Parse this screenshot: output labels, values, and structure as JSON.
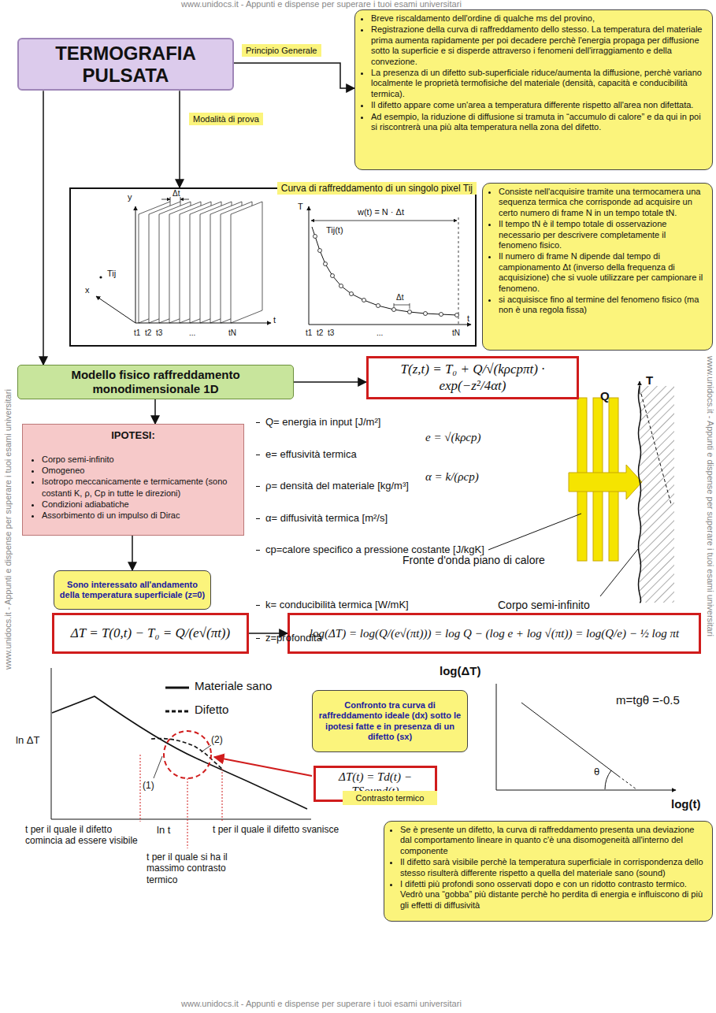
{
  "diagram": {
    "nodes": [
      {
        "text": [
          "TERMOGRAFIA PULSATA"
        ]
      },
      {
        "text": [
          "Breve riscaldamento dell'ordine di qualche ms del provino,",
          "Registrazione della curva di raffreddamento dello stesso. La temperatura del materiale prima aumenta rapidamente per poi decadere perchè l'energia propaga per diffusione sotto la superficie e si disperde attraverso i fenomeni dell'irraggiamento e della convezione.",
          "La presenza di un difetto sub-superficiale riduce/aumenta la diffusione, perchè variano localmente le proprietà termofisiche del materiale (densità, capacità e conducibilità termica).",
          "Il difetto appare come un'area a temperatura differente rispetto all'area non difettata.",
          "Ad esempio, la riduzione di diffusione si tramuta in “accumulo di calore” e da qui in poi si riscontrerà una più alta temperatura nella zona del difetto."
        ]
      },
      {
        "text": [
          "Curva di raffreddamento di un singolo pixel Tij"
        ]
      },
      {
        "text": [
          "Consiste nell'acquisire tramite una termocamera una sequenza termica che corrisponde ad acquisire un certo numero di frame N in un tempo totale tN.",
          "Il tempo tN è il tempo totale di osservazione necessario per descrivere completamente il fenomeno fisico.",
          "Il numero di frame N dipende dal tempo di campionamento Δt (inverso della frequenza di acquisizione) che si vuole utilizzare per campionare il fenomeno.",
          "si acquisisce fino al termine del fenomeno fisico (ma non è una regola fissa)"
        ]
      },
      {
        "text": [
          "Modello fisico raffreddamento monodimensionale 1D"
        ]
      },
      {
        "text": [
          "T(z,t) = T₀ + Q/√(kρcpπt) · exp(−z²/4αt)"
        ]
      },
      {
        "text": [
          "IPOTESI:",
          "Corpo semi-infinito",
          "Omogeneo",
          "Isotropo meccanicamente e termicamente (sono costanti K, ρ, Cp in tutte le direzioni)",
          "Condizioni adiabatiche",
          "Assorbimento di un impulso di Dirac"
        ]
      },
      {
        "text": [
          "Sono interessato all'andamento della temperatura superficiale (z=0)"
        ]
      },
      {
        "text": [
          "ΔT = T(0,t) − T₀ = Q/(e√(πt))"
        ]
      },
      {
        "text": [
          "log(ΔT) = log(Q/(e√(πt))) = log Q − (log e + log √(πt)) = log(Q/e) − ½ log πt"
        ]
      },
      {
        "text": [
          "Confronto tra curva di raffreddamento ideale (dx) sotto le ipotesi fatte e in presenza di un difetto (sx)"
        ]
      },
      {
        "text": [
          "ΔT(t) = Td(t) − TSound(t)"
        ]
      },
      {
        "text": [
          "Contrasto termico"
        ]
      },
      {
        "text": [
          "Se è presente un difetto, la curva di raffreddamento presenta una deviazione dal comportamento lineare in quanto c'è una disomogeneità all'interno del componente",
          "Il difetto sarà visibile perchè la temperatura superficiale in corrispondenza dello stesso risulterà differente rispetto a quella del materiale sano (sound)",
          "I difetti più profondi sono osservati dopo e con un ridotto contrasto termico. Vedrò una “gobba” più distante perchè ho perdita di energia e influiscono di più gli effetti di diffusività"
        ]
      }
    ],
    "edges": [
      {
        "from": 0,
        "to": 1,
        "label": "Principio Generale",
        "arrow": "to"
      },
      {
        "from": 0,
        "to": 2,
        "label": "Modalità di prova",
        "arrow": "to"
      },
      {
        "from": 0,
        "to": 4,
        "arrow": "to"
      },
      {
        "from": 4,
        "to": 5,
        "arrow": "to"
      },
      {
        "from": 4,
        "to": 6,
        "arrow": "to"
      },
      {
        "from": 6,
        "to": 7,
        "arrow": "to"
      },
      {
        "from": 8,
        "to": 9,
        "arrow": "to"
      }
    ],
    "labels": [
      "www.unidocs.it - Appunti e dispense per superare i tuoi esami universitari",
      "y",
      "x",
      "Δt",
      "Tij",
      "t1",
      "t2",
      "t3",
      "...",
      "tN",
      "t",
      "T",
      "w(t) = N · Δt",
      "Tij(t)",
      "Δt",
      "t1",
      "t2",
      "t3",
      "...",
      "tN",
      "t",
      "Q= energia in input [J/m²]",
      "e= effusività termica",
      "e = √(kρcp)",
      "ρ= densità del materiale [kg/m³]",
      "α= diffusività termica [m²/s]",
      "α = k/(ρcp)",
      "cp=calore specifico a pressione costante [J/kgK]",
      "k= conducibilità termica [W/mK]",
      "z=profondità",
      "Q",
      "T",
      "Fronte d'onda piano di calore",
      "Corpo semi-infinito",
      "ln ΔT",
      "(1)",
      "(2)",
      "ln t",
      "t per il quale il difetto comincia ad essere visibile",
      "t per il quale si ha il massimo contrasto termico",
      "t per il quale il difetto svanisce",
      "log(ΔT)",
      "m=tgθ =-0.5",
      "θ",
      "log(t)",
      "www.unidocs.it - Appunti e dispense per superare i tuoi esami universitari",
      "www.unidocs.it - Appunti e dispense per superare i tuoi esami universitari",
      "www.unidocs.it - Appunti e dispense per superare i tuoi esami universitari"
    ],
    "legend": [
      {
        "text": "Materiale sano"
      },
      {
        "text": "Difetto"
      }
    ]
  }
}
